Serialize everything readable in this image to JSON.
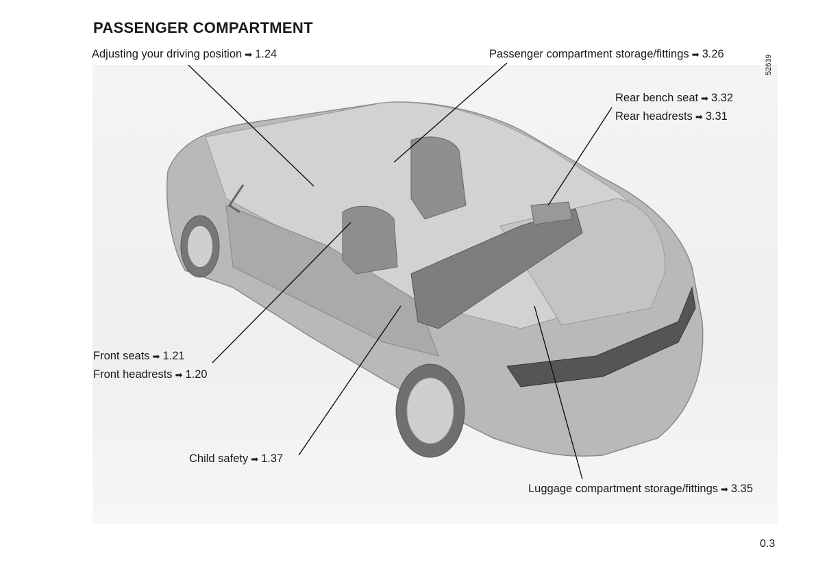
{
  "title": "PASSENGER COMPARTMENT",
  "arrow_glyph": "➡",
  "labels": {
    "driving_position": {
      "text": "Adjusting your driving position",
      "ref": "1.24"
    },
    "passenger_storage": {
      "text": "Passenger compartment storage/fittings",
      "ref": "3.26"
    },
    "rear_bench": {
      "text": "Rear bench seat",
      "ref": "3.32"
    },
    "rear_headrests": {
      "text": "Rear headrests",
      "ref": "3.31"
    },
    "front_seats": {
      "text": "Front seats",
      "ref": "1.21"
    },
    "front_headrests": {
      "text": "Front headrests",
      "ref": "1.20"
    },
    "child_safety": {
      "text": "Child safety",
      "ref": "1.37"
    },
    "luggage_storage": {
      "text": "Luggage compartment storage/fittings",
      "ref": "3.35"
    }
  },
  "figure_ref": "52639",
  "page_number": "0.3"
}
